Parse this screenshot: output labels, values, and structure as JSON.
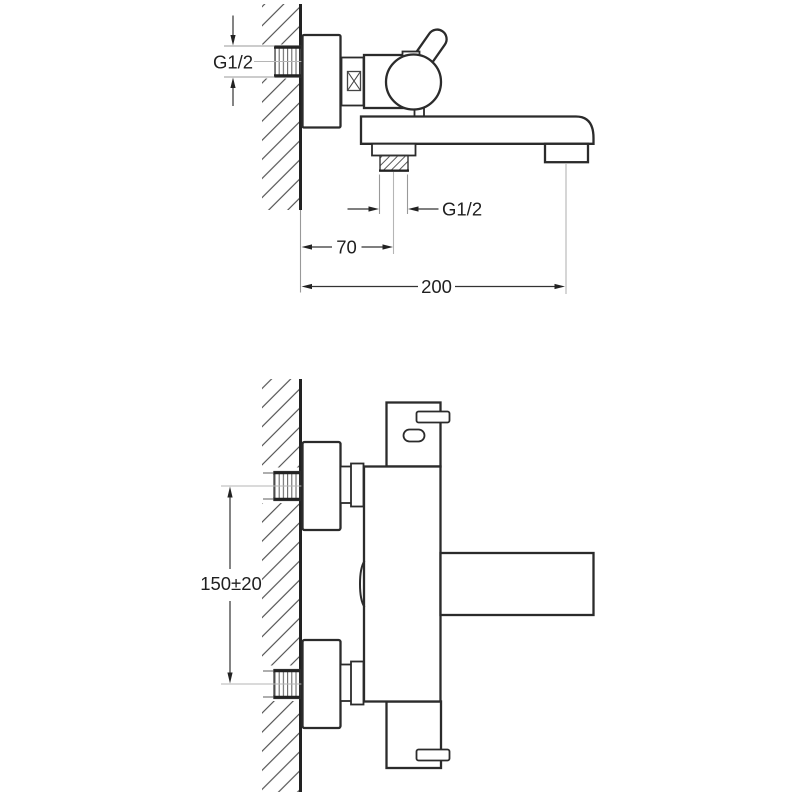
{
  "drawing": {
    "kind": "faucet-installation-technical-drawing",
    "views": [
      "side-view",
      "front-view"
    ],
    "labels": {
      "inlet_thread": "G1/2",
      "outlet_thread": "G1/2",
      "outlet_offset": "70",
      "spout_reach": "200",
      "inlet_spacing": "150±20"
    },
    "colors": {
      "background": "#ffffff",
      "outline": "#2b2b2b",
      "dimension": "#333333",
      "centerline": "#b5b5b5",
      "hatch": "#4f4f4f"
    }
  }
}
